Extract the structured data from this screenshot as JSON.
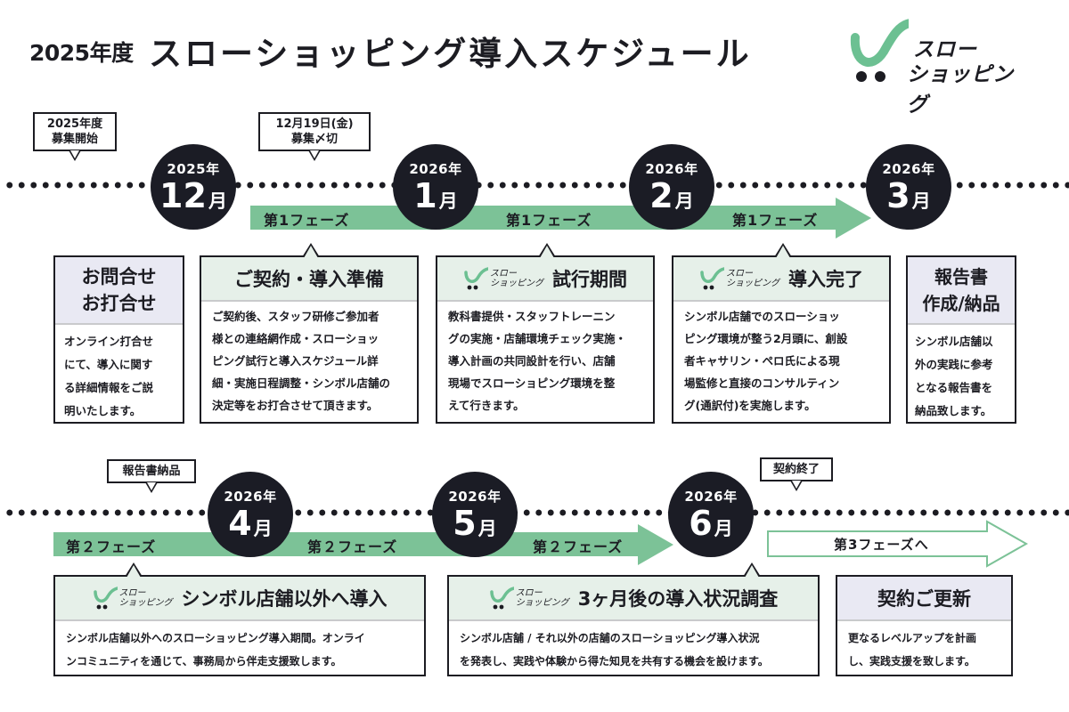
{
  "header": {
    "year_label": "2025年度",
    "title": "スローショッピング導入スケジュール"
  },
  "logo": {
    "line1": "スロー",
    "line2": "ショッピング",
    "brand_color": "#6cc092"
  },
  "colors": {
    "phase_green": "#7cc297",
    "circle_dark": "#1b1c25",
    "header_green": "#e6f0e9",
    "header_lavender": "#e9e9f3"
  },
  "timeline_top": {
    "callouts": [
      {
        "text_line1": "2025年度",
        "text_line2": "募集開始"
      },
      {
        "text_line1": "12月19日(金)",
        "text_line2": "募集〆切"
      }
    ],
    "months": [
      {
        "year": "2025年",
        "month": "12",
        "unit": "月"
      },
      {
        "year": "2026年",
        "month": "1",
        "unit": "月"
      },
      {
        "year": "2026年",
        "month": "2",
        "unit": "月"
      },
      {
        "year": "2026年",
        "month": "3",
        "unit": "月"
      }
    ],
    "phases": [
      "第1フェーズ",
      "第1フェーズ",
      "第1フェーズ"
    ],
    "cards": [
      {
        "title_line1": "お問合せ",
        "title_line2": "お打合せ",
        "body": [
          "オンライン打合せ",
          "にて、導入に関す",
          "る詳細情報をご説",
          "明いたします。"
        ]
      },
      {
        "title": "ご契約・導入準備",
        "body": [
          "ご契約後、スタッフ研修ご参加者",
          "様との連絡網作成・スローショッ",
          "ピング試行と導入スケジュール詳",
          "細・実施日程調整・シンボル店舗の",
          "決定等をお打合させて頂きます。"
        ]
      },
      {
        "title": "試行期間",
        "body": [
          "教科書提供・スタッフトレーニン",
          "グの実施・店舗環境チェック実施・",
          "導入計画の共同設計を行い、店舗",
          "現場でスローショピング環境を整",
          "えて行きます。"
        ]
      },
      {
        "title": "導入完了",
        "body": [
          "シンボル店舗でのスローショッ",
          "ピング環境が整う2月頭に、創設",
          "者キャサリン・ペロ氏による現",
          "場監修と直接のコンサルティン",
          "グ(通訳付)を実施します。"
        ]
      },
      {
        "title_line1": "報告書",
        "title_line2": "作成/納品",
        "body": [
          "シンボル店舗以",
          "外の実践に参考",
          "となる報告書を",
          "納品致します。"
        ]
      }
    ]
  },
  "timeline_bottom": {
    "callouts": [
      {
        "text": "報告書納品"
      },
      {
        "text": "契約終了"
      }
    ],
    "months": [
      {
        "year": "2026年",
        "month": "4",
        "unit": "月"
      },
      {
        "year": "2026年",
        "month": "5",
        "unit": "月"
      },
      {
        "year": "2026年",
        "month": "6",
        "unit": "月"
      }
    ],
    "phases": [
      "第２フェーズ",
      "第２フェーズ",
      "第２フェーズ"
    ],
    "next_phase": "第3フェーズへ",
    "cards": [
      {
        "title": "シンボル店舗以外へ導入",
        "body": [
          "シンボル店舗以外へのスローショッピング導入期間。オンライ",
          "ンコミュニティを通じて、事務局から伴走支援致します。"
        ]
      },
      {
        "title": "3ヶ月後の導入状況調査",
        "body": [
          "シンボル店舗 / それ以外の店舗のスローショッピング導入状況",
          "を発表し、実践や体験から得た知見を共有する機会を設けます。"
        ]
      },
      {
        "title": "契約ご更新",
        "body": [
          "更なるレベルアップを計画",
          "し、実践支援を致します。"
        ]
      }
    ]
  },
  "mini_logo": {
    "line1": "スロー",
    "line2": "ショッピング"
  }
}
